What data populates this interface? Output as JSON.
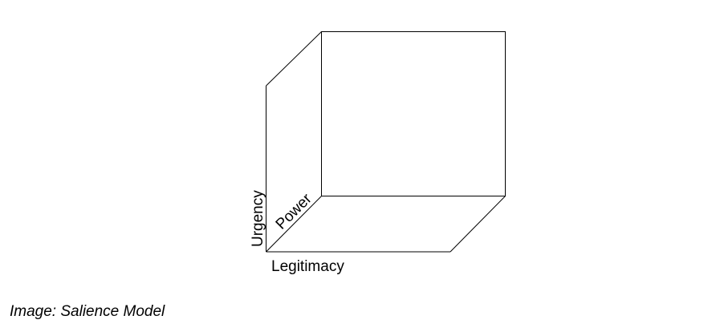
{
  "diagram": {
    "axes": {
      "urgency": "Urgency",
      "power": "Power",
      "legitimacy": "Legitimacy"
    }
  },
  "caption": "Image: Salience Model",
  "colors": {
    "line": "#000000",
    "background": "#ffffff"
  }
}
